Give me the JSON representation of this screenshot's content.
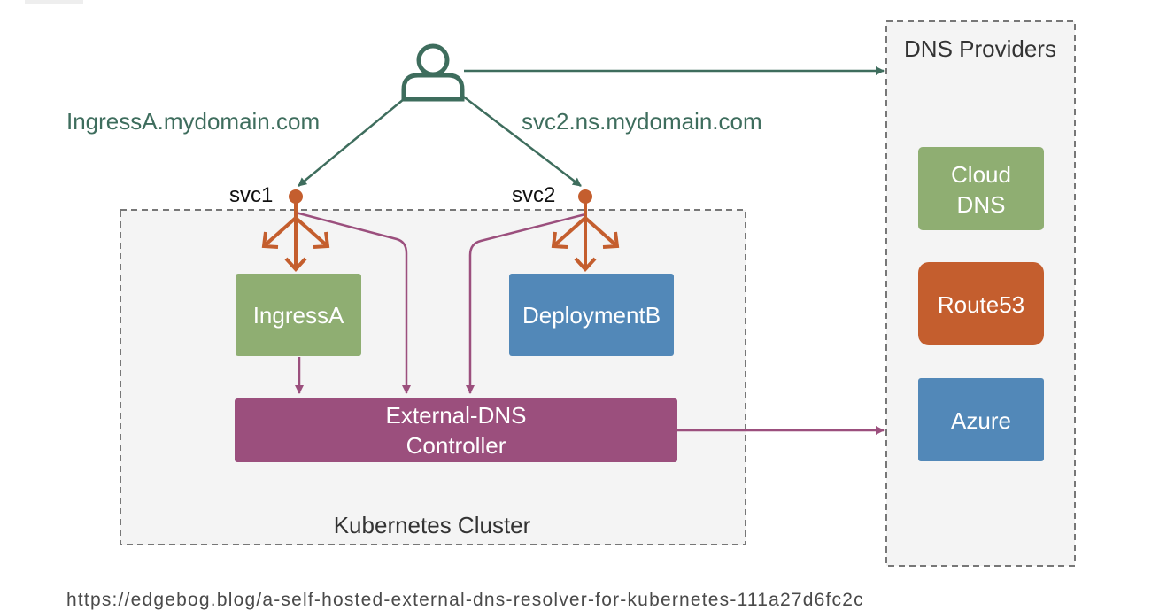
{
  "diagram": {
    "user_label": "",
    "domains": {
      "ingress": "IngressA.mydomain.com",
      "service": "svc2.ns.mydomain.com"
    },
    "services": {
      "svc1": "svc1",
      "svc2": "svc2"
    },
    "cluster": {
      "label": "Kubernetes Cluster",
      "ingress_box": "IngressA",
      "deployment_box": "DeploymentB",
      "controller_line1": "External-DNS",
      "controller_line2": "Controller"
    },
    "dns_providers": {
      "title": "DNS Providers",
      "cloud_dns_line1": "Cloud",
      "cloud_dns_line2": "DNS",
      "route53": "Route53",
      "azure": "Azure"
    }
  },
  "colors": {
    "green_arrow": "#3e6d5d",
    "purple": "#9b4f7d",
    "orange": "#c45e2e",
    "green_box": "#8fae72",
    "blue_box": "#5288b8",
    "container_fill": "#f4f4f4"
  },
  "source": {
    "url": "https://edgebog.blog/a-self-hosted-external-dns-resolver-for-kubernetes-111a27d6fc2c"
  }
}
